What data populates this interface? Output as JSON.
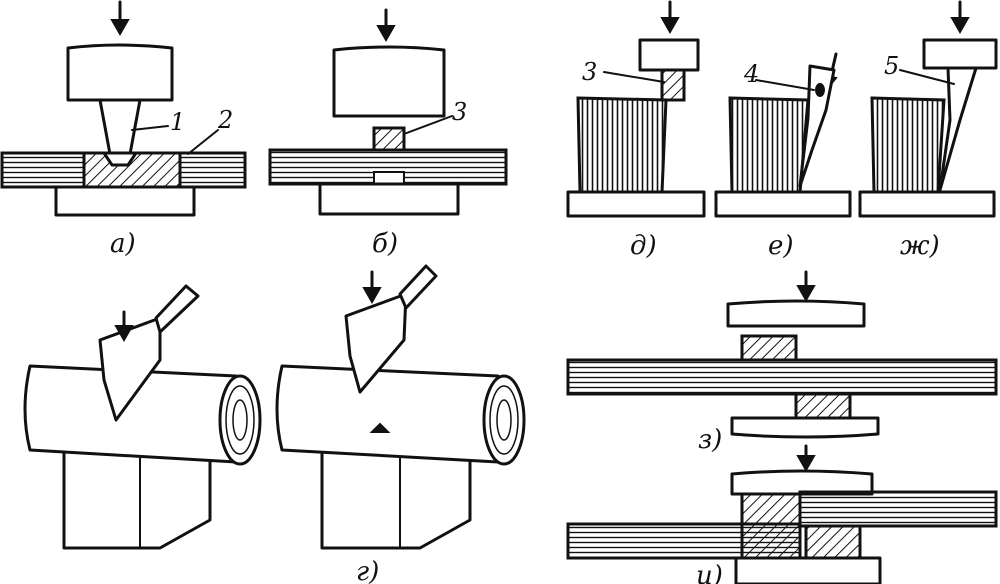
{
  "labels": {
    "a": "а)",
    "b": "б)",
    "g": "г)",
    "d": "д)",
    "e": "е)",
    "zh": "ж)",
    "z": "з)",
    "i": "и)"
  },
  "numbers": {
    "n1": "1",
    "n2": "2",
    "n3b": "3",
    "n3d": "3",
    "n4": "4",
    "n5": "5"
  }
}
